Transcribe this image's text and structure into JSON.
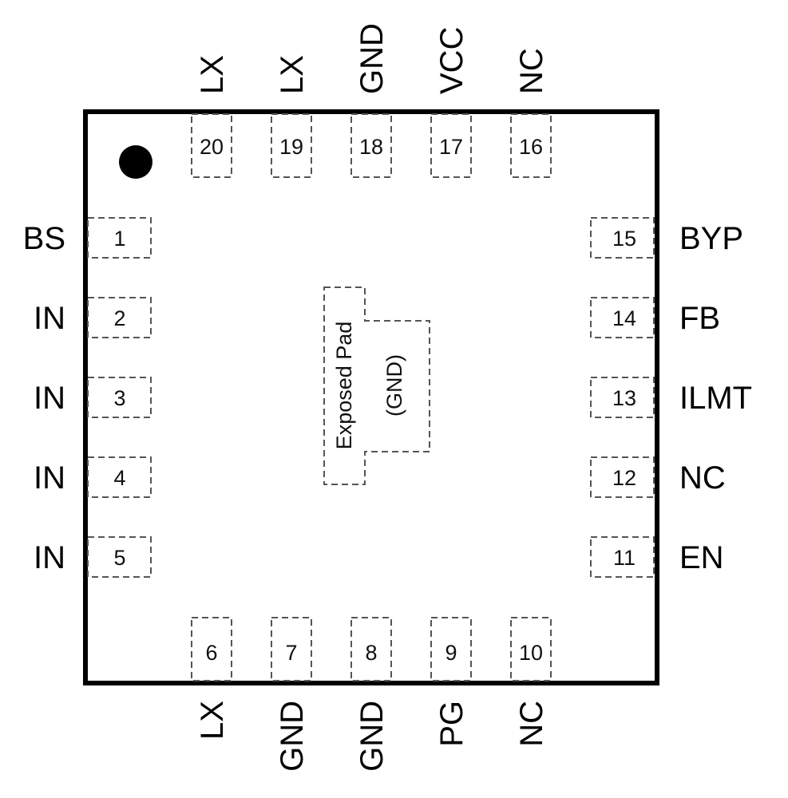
{
  "package": {
    "colors": {
      "outline": "#000000",
      "pad_dash": "#555555",
      "text": "#000000",
      "background": "#ffffff"
    },
    "pin1_marker": "filled-circle"
  },
  "pins": {
    "left": [
      {
        "num": "1",
        "name": "BS"
      },
      {
        "num": "2",
        "name": "IN"
      },
      {
        "num": "3",
        "name": "IN"
      },
      {
        "num": "4",
        "name": "IN"
      },
      {
        "num": "5",
        "name": "IN"
      }
    ],
    "bottom": [
      {
        "num": "6",
        "name": "LX"
      },
      {
        "num": "7",
        "name": "GND"
      },
      {
        "num": "8",
        "name": "GND"
      },
      {
        "num": "9",
        "name": "PG"
      },
      {
        "num": "10",
        "name": "NC"
      }
    ],
    "right": [
      {
        "num": "11",
        "name": "EN"
      },
      {
        "num": "12",
        "name": "NC"
      },
      {
        "num": "13",
        "name": "ILMT"
      },
      {
        "num": "14",
        "name": "FB"
      },
      {
        "num": "15",
        "name": "BYP"
      }
    ],
    "top": [
      {
        "num": "16",
        "name": "NC"
      },
      {
        "num": "17",
        "name": "VCC"
      },
      {
        "num": "18",
        "name": "GND"
      },
      {
        "num": "19",
        "name": "LX"
      },
      {
        "num": "20",
        "name": "LX"
      }
    ]
  },
  "exposed_pad": {
    "line1": "Exposed Pad",
    "line2": "(GND)"
  }
}
